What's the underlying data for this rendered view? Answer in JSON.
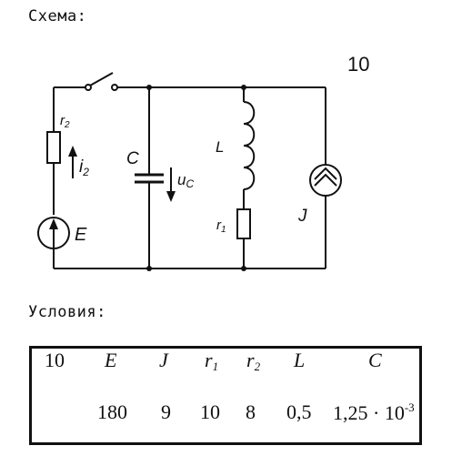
{
  "schema_heading": "Схема:",
  "variant_number": "10",
  "circuit": {
    "labels": {
      "r2": "r",
      "r2_sub": "2",
      "i2": "i",
      "i2_sub": "2",
      "E": "E",
      "C": "C",
      "uc": "u",
      "uc_sub": "C",
      "L": "L",
      "r1": "r",
      "r1_sub": "1",
      "J": "J"
    }
  },
  "conditions_heading": "Условия:",
  "table": {
    "headers": {
      "variant": "10",
      "E": "E",
      "J": "J",
      "r1": "r",
      "r1_sub": "1",
      "r2": "r",
      "r2_sub": "2",
      "L": "L",
      "C": "C"
    },
    "values": {
      "E": "180",
      "J": "9",
      "r1": "10",
      "r2": "8",
      "L": "0,5",
      "C_mantissa": "1,25 · 10",
      "C_exp": "-3"
    }
  }
}
